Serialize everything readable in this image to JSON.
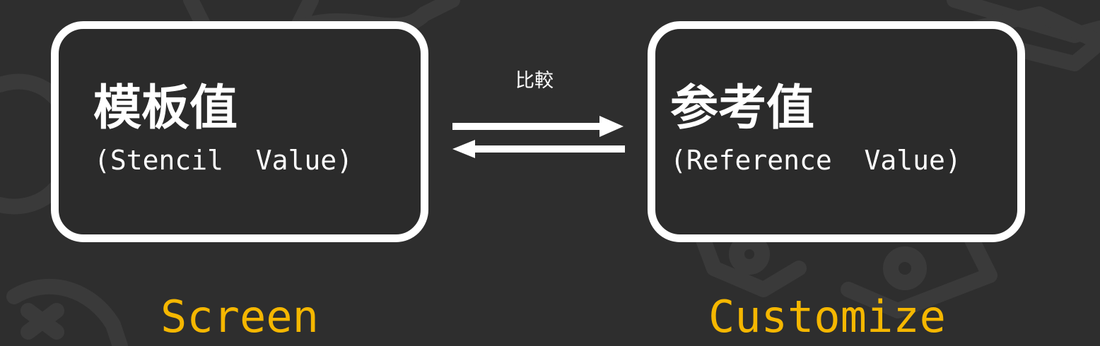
{
  "stencil": {
    "title": "模板值",
    "subtitle": "(Stencil  Value)"
  },
  "reference": {
    "title": "参考值",
    "subtitle": "(Reference  Value)"
  },
  "arrow_label": "比較",
  "labels": {
    "left": "Screen",
    "right": "Customize"
  },
  "colors": {
    "background": "#2e2e2e",
    "box_border": "#ffffff",
    "text": "#ffffff",
    "accent": "#f5b700"
  }
}
